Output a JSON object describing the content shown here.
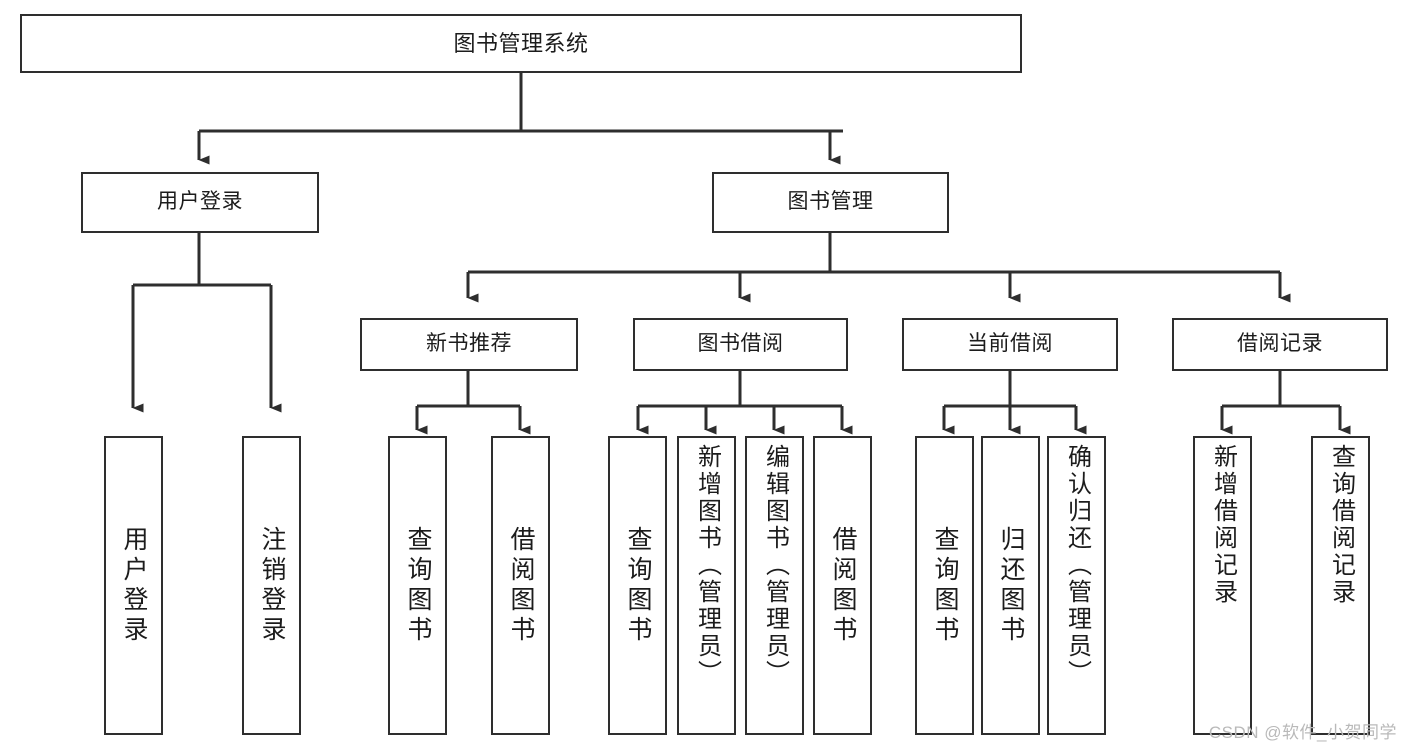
{
  "diagram": {
    "type": "tree-hierarchy-chart",
    "title": "图书管理系统",
    "colors": {
      "background": "#ffffff",
      "stroke": "#2e2e2e",
      "text": "#1c1c1c",
      "watermark": "#b9b9b9"
    },
    "nodes": {
      "root": {
        "label": "图书管理系统"
      },
      "level2": [
        {
          "label": "用户登录"
        },
        {
          "label": "图书管理"
        }
      ],
      "level3": [
        {
          "label": "新书推荐"
        },
        {
          "label": "图书借阅"
        },
        {
          "label": "当前借阅"
        },
        {
          "label": "借阅记录"
        }
      ],
      "leaves": {
        "user_login": [
          {
            "label": "用户登录"
          },
          {
            "label": "注销登录"
          }
        ],
        "new_book_recommend": [
          {
            "label": "查询图书"
          },
          {
            "label": "借阅图书"
          }
        ],
        "book_borrow": [
          {
            "label": "查询图书"
          },
          {
            "label": "新增图书（管理员）"
          },
          {
            "label": "编辑图书（管理员）"
          },
          {
            "label": "借阅图书"
          }
        ],
        "current_borrow": [
          {
            "label": "查询图书"
          },
          {
            "label": "归还图书"
          },
          {
            "label": "确认归还（管理员）"
          }
        ],
        "borrow_record": [
          {
            "label": "新增借阅记录"
          },
          {
            "label": "查询借阅记录"
          }
        ]
      }
    },
    "watermark": "CSDN @软件_小贺同学"
  }
}
